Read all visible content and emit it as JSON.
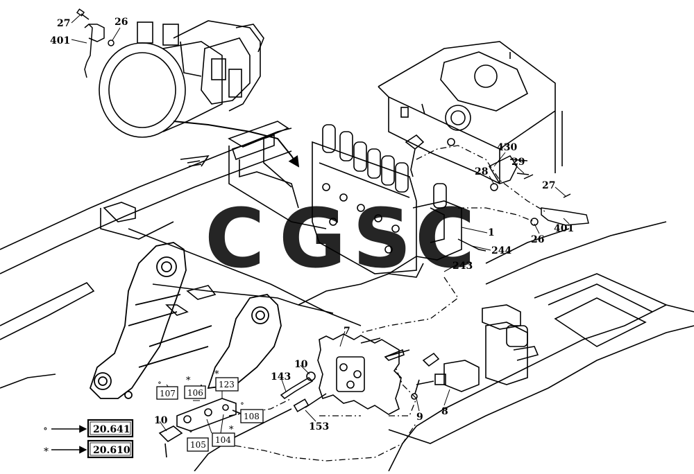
{
  "diagram": {
    "part_labels": {
      "l27a": "27",
      "l26a": "26",
      "l401a": "401",
      "l430": "430",
      "l29": "29",
      "l28": "28",
      "l27b": "27",
      "l26b": "26",
      "l401b": "401",
      "l1": "1",
      "l244": "244",
      "l243": "243",
      "l7": "7",
      "l10a": "10",
      "l143": "143",
      "l153": "153",
      "l9": "9",
      "l8": "8",
      "l10b": "10"
    },
    "boxed_labels": {
      "b107": "107",
      "b106": "106",
      "b123": "123",
      "b108": "108",
      "b105": "105",
      "b104": "104"
    },
    "markers": {
      "star": "*",
      "circle": "∘"
    },
    "references": [
      {
        "symbol": "∘",
        "ref": "20.641"
      },
      {
        "symbol": "*",
        "ref": "20.610"
      }
    ],
    "watermark": {
      "letters": [
        "C",
        "G",
        "S",
        "C"
      ],
      "colors": [
        "#4f8ef7",
        "#ea4335",
        "#fbbc05",
        "#34a853"
      ]
    }
  }
}
